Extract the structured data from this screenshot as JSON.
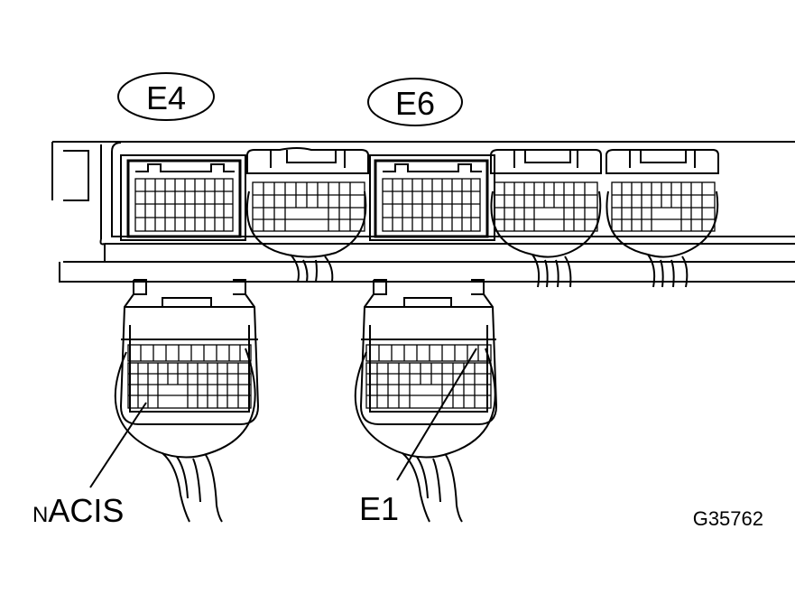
{
  "connector_labels": {
    "left": "E4",
    "right": "E6"
  },
  "terminal_labels": {
    "left_prefix": "N",
    "left": "ACIS",
    "right": "E1"
  },
  "figure_code": "G35762",
  "colors": {
    "line": "#000000",
    "fill": "#ffffff"
  }
}
